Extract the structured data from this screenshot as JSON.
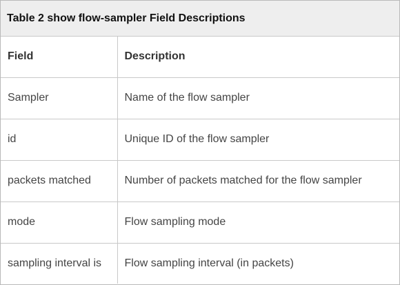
{
  "caption": "Table 2 show flow-sampler Field Descriptions",
  "headers": {
    "field": "Field",
    "description": "Description"
  },
  "rows": [
    {
      "field": "Sampler",
      "description": "Name of the flow sampler"
    },
    {
      "field": "id",
      "description": "Unique ID of the flow sampler"
    },
    {
      "field": "packets matched",
      "description": "Number of packets matched for the flow sampler"
    },
    {
      "field": "mode",
      "description": "Flow sampling mode"
    },
    {
      "field": "sampling interval is",
      "description": "Flow sampling interval (in packets)"
    }
  ]
}
